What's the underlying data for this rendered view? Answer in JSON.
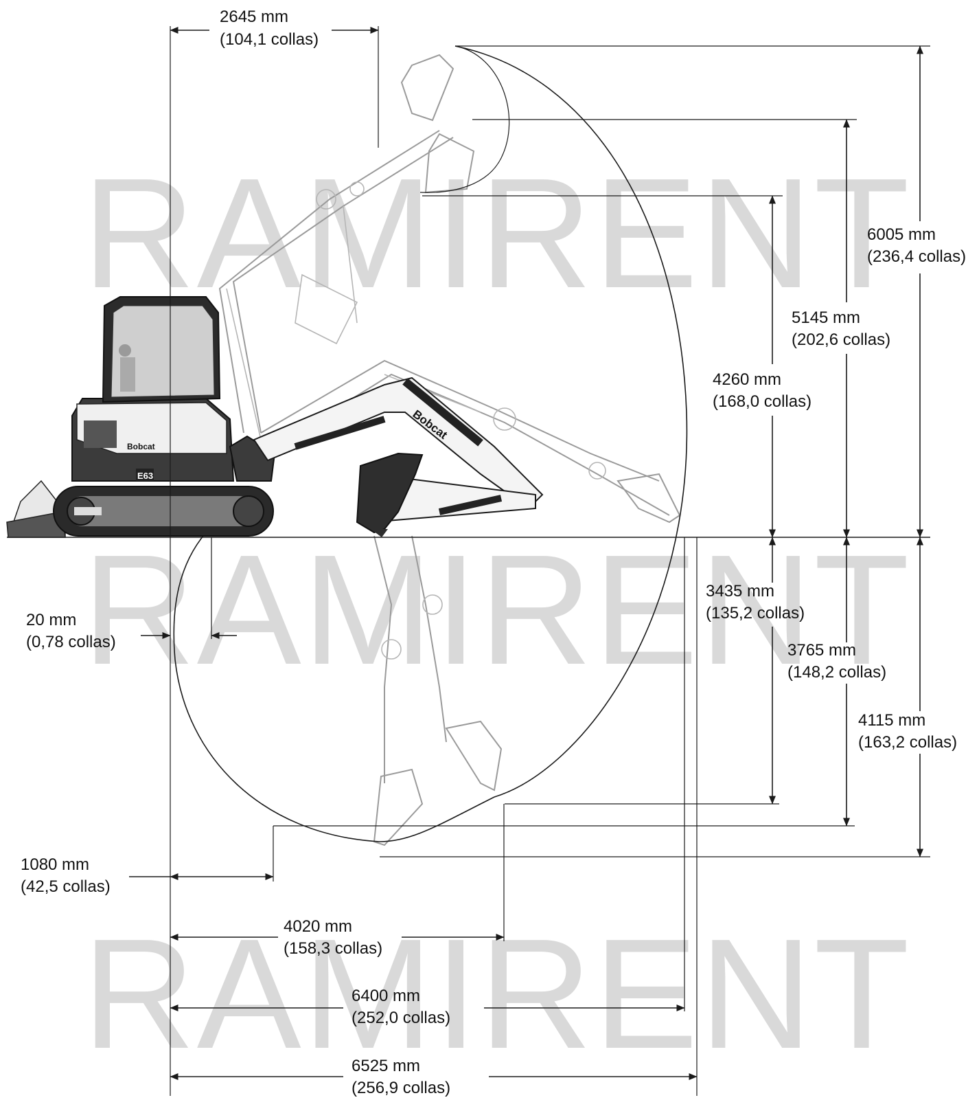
{
  "watermark": {
    "text": "RAMIRENT",
    "color": "#d9d9d9"
  },
  "machine": {
    "brand": "Bobcat",
    "model": "E63"
  },
  "dimensions": {
    "top_reach": {
      "mm": "2645 mm",
      "in": "(104,1 collas)"
    },
    "max_height": {
      "mm": "6005 mm",
      "in": "(236,4 collas)"
    },
    "dump_height": {
      "mm": "5145 mm",
      "in": "(202,6 collas)"
    },
    "dump_height_inner": {
      "mm": "4260 mm",
      "in": "(168,0 collas)"
    },
    "dig_depth_vertical": {
      "mm": "3435 mm",
      "in": "(135,2 collas)"
    },
    "dig_depth": {
      "mm": "3765 mm",
      "in": "(148,2 collas)"
    },
    "dig_depth_max": {
      "mm": "4115 mm",
      "in": "(163,2 collas)"
    },
    "tail_offset": {
      "mm": "20 mm",
      "in": "(0,78 collas)"
    },
    "min_reach": {
      "mm": "1080 mm",
      "in": "(42,5 collas)"
    },
    "reach_at_depth": {
      "mm": "4020 mm",
      "in": "(158,3 collas)"
    },
    "reach_ground": {
      "mm": "6400 mm",
      "in": "(252,0 collas)"
    },
    "max_reach": {
      "mm": "6525 mm",
      "in": "(256,9 collas)"
    }
  },
  "icons": [
    "excavator-illustration",
    "dimension-arrow"
  ]
}
